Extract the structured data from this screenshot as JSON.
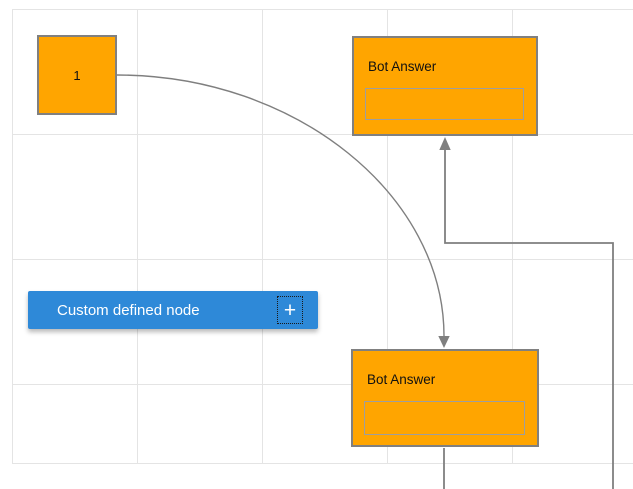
{
  "diagram": {
    "type": "flow-diagram-canvas",
    "grid_visible": true
  },
  "colors": {
    "node_fill": "#ffa500",
    "node_border": "#808080",
    "custom_fill": "#2e89d8",
    "custom_text": "#ffffff",
    "connector_color": "#7f7f7f",
    "grid_color": "#e4e4e4"
  },
  "nodes": {
    "start_square": {
      "label": "1"
    },
    "bot_answer_top": {
      "title": "Bot Answer",
      "field_value": ""
    },
    "bot_answer_bottom": {
      "title": "Bot Answer",
      "field_value": ""
    },
    "custom_node": {
      "label": "Custom defined node",
      "plus_label": "+"
    }
  },
  "connectors": [
    {
      "from": "start_square",
      "to": "bot_answer_bottom",
      "style": "curved",
      "arrow": "down"
    },
    {
      "from": "offscreen-bottom-right",
      "to": "bot_answer_top",
      "style": "orthogonal",
      "arrow": "up"
    },
    {
      "from": "bot_answer_bottom",
      "to": "offscreen-bottom",
      "style": "straight",
      "arrow": "none"
    }
  ]
}
